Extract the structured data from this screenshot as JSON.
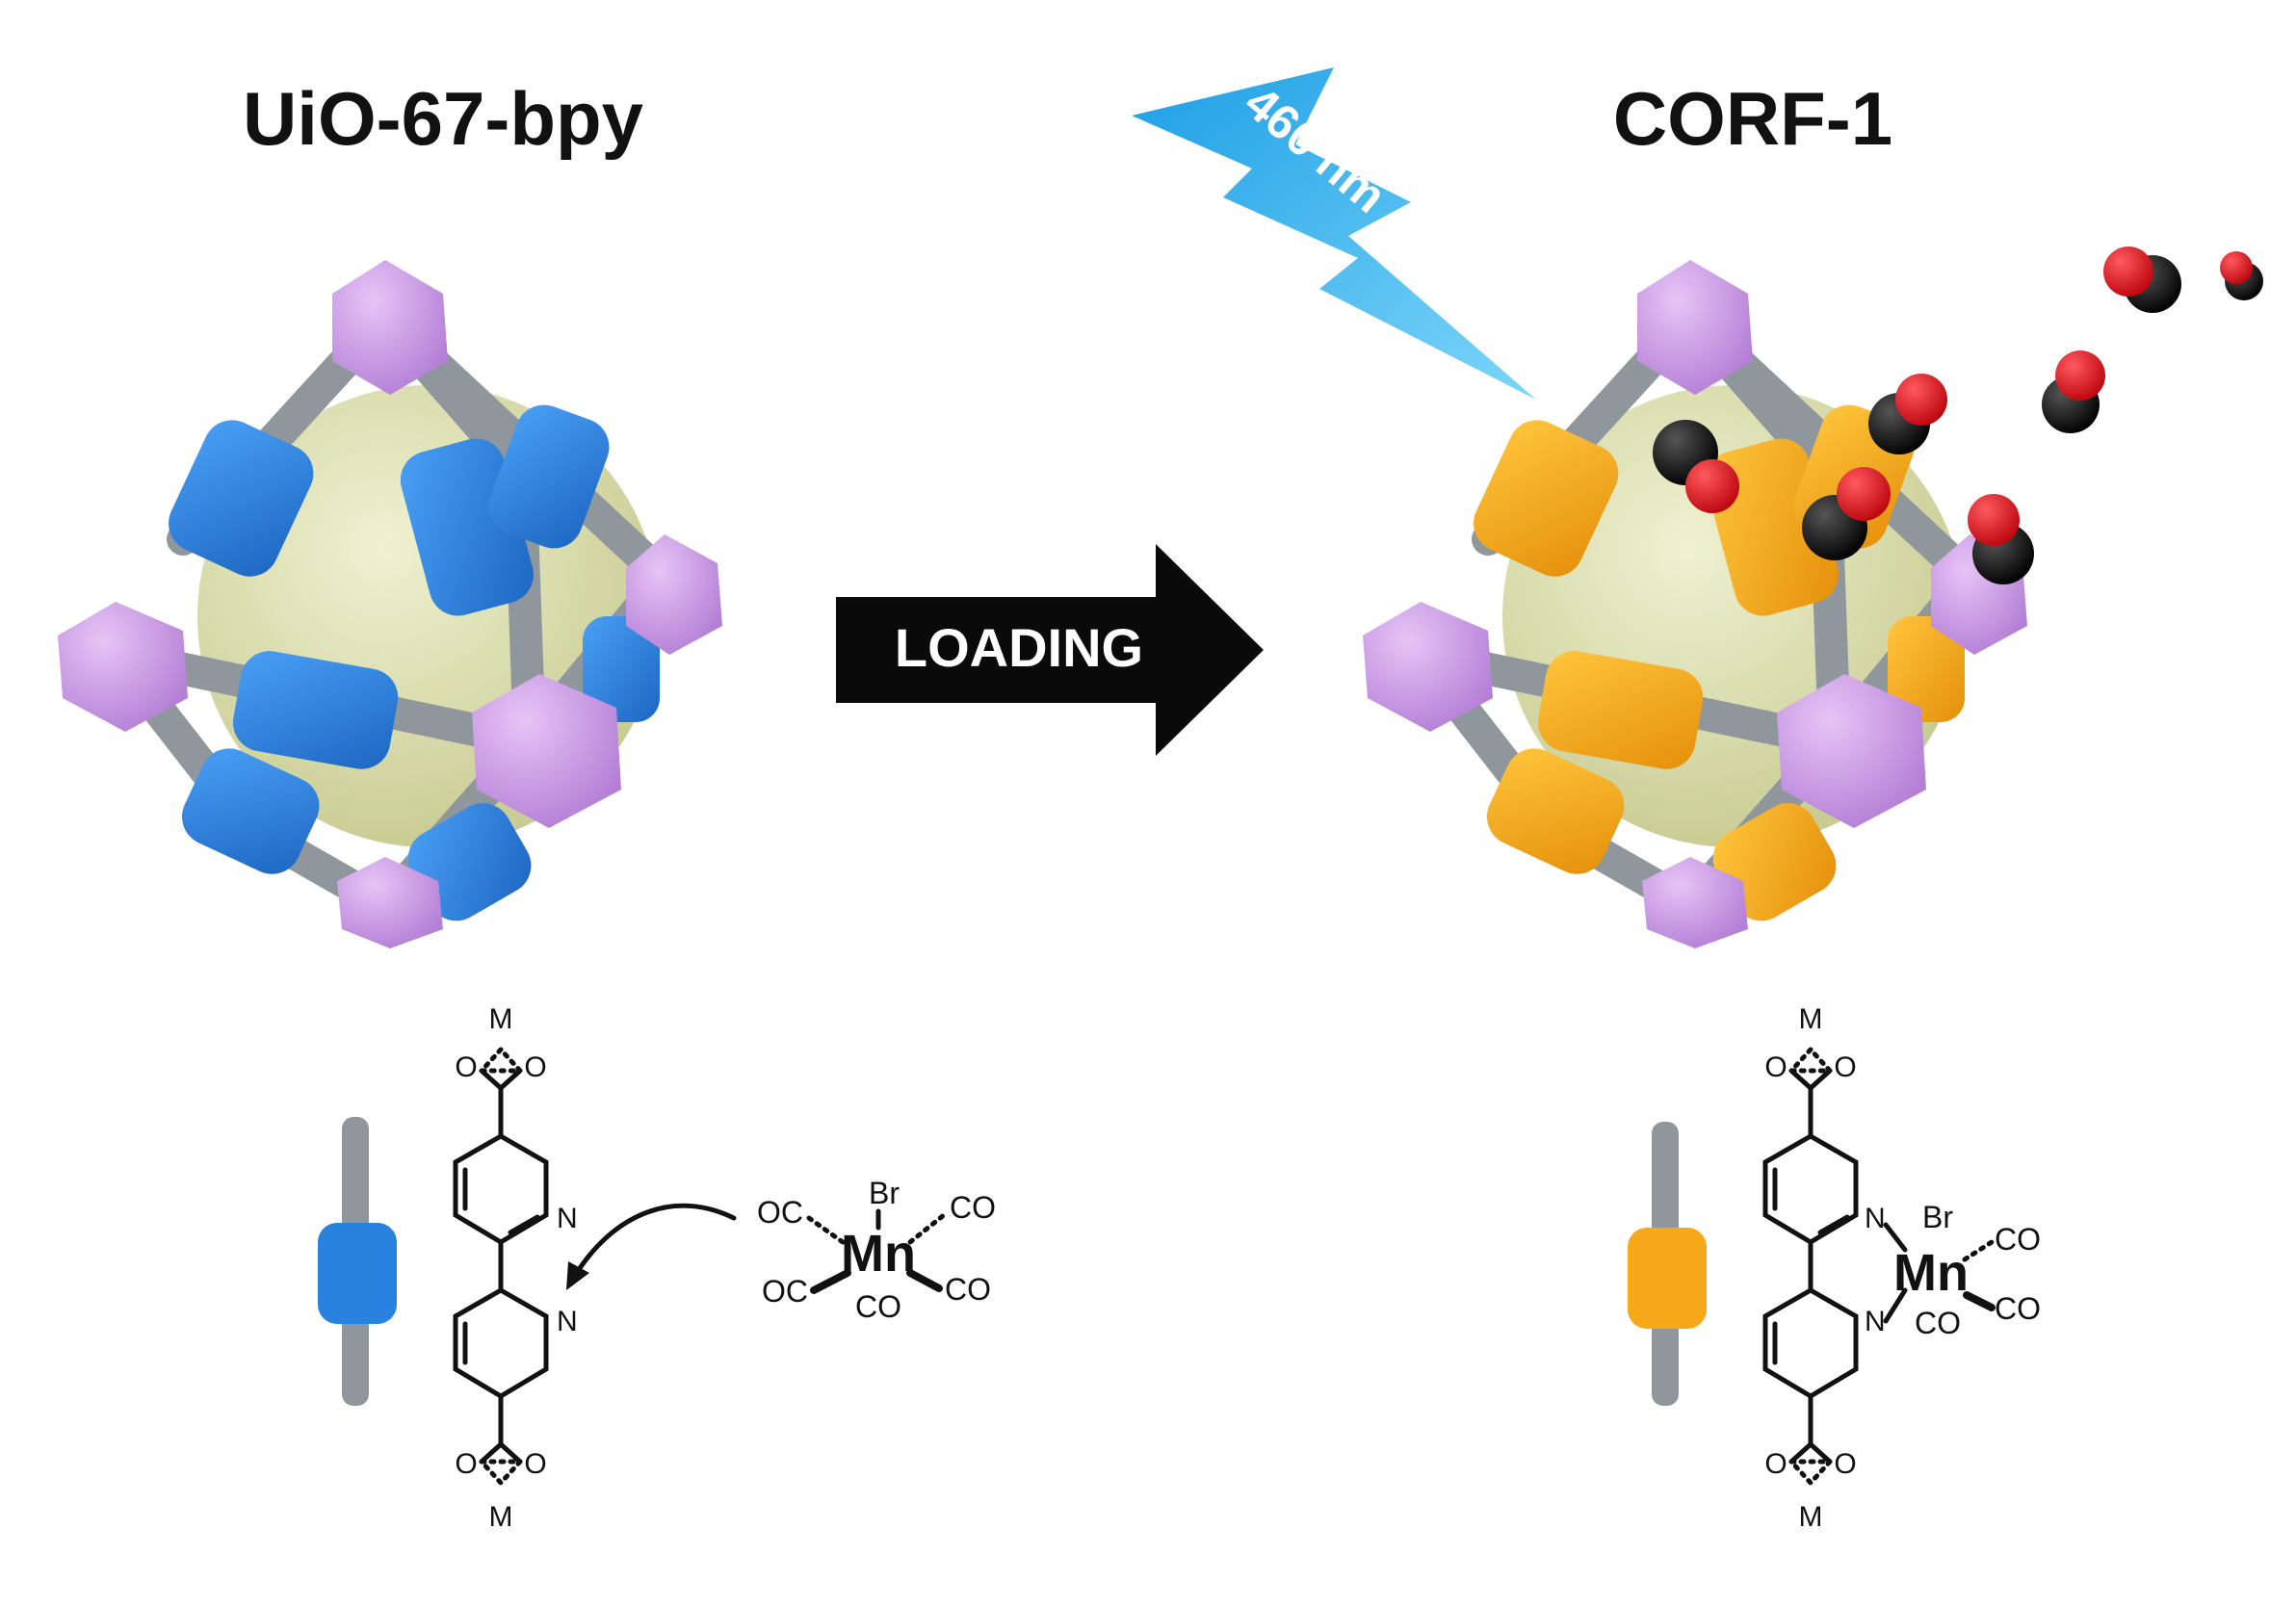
{
  "left_title": "UiO-67-bpy",
  "right_title": "CORF-1",
  "arrow_label": "LOADING",
  "light_label": "460 nm",
  "ligand": {
    "metal": "M",
    "oxygen": "O",
    "nitrogen": "N"
  },
  "mn_complex": {
    "metal": "Mn",
    "bromide": "Br",
    "carbonyl": "CO",
    "carbonyl_left": "OC"
  },
  "colors": {
    "linker_blue": "#2a82e0",
    "linker_orange": "#f4a81a",
    "node_violet": "#c993e6",
    "strut_grey": "#8f979d",
    "pore_yellow": "#d9dcae",
    "light_bolt": "#35b6f0",
    "co_oxygen": "#e0131b",
    "co_carbon": "#0d0d0d"
  }
}
